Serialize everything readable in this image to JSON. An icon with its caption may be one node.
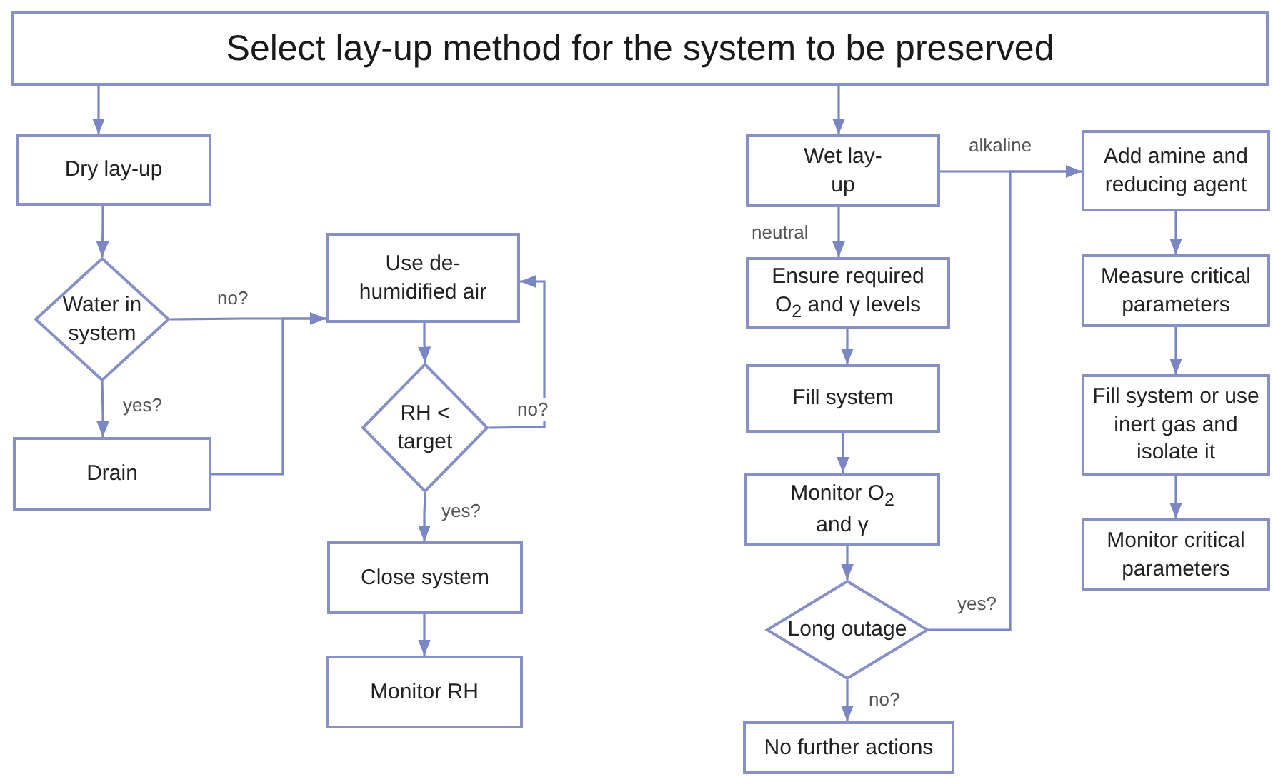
{
  "diagram": {
    "nodes": [
      {
        "text": [
          "Select lay-up method for the system to be preserved"
        ]
      },
      {
        "text": [
          "Dry lay-up"
        ]
      },
      {
        "text": [
          "Water in system"
        ]
      },
      {
        "text": [
          "Drain"
        ]
      },
      {
        "text": [
          "Use de-humidified air"
        ]
      },
      {
        "text": [
          "RH < target"
        ]
      },
      {
        "text": [
          "Close system"
        ]
      },
      {
        "text": [
          "Monitor RH"
        ]
      },
      {
        "text": [
          "Wet lay-up"
        ]
      },
      {
        "text": [
          "Ensure required O$_{2}$ and γ levels"
        ]
      },
      {
        "text": [
          "Fill system"
        ]
      },
      {
        "text": [
          "Monitor O$_{2}$ and γ"
        ]
      },
      {
        "text": [
          "Long outage"
        ]
      },
      {
        "text": [
          "No further actions"
        ]
      },
      {
        "text": [
          "Add amine and reducing agent"
        ]
      },
      {
        "text": [
          "Measure critical parameters"
        ]
      },
      {
        "text": [
          "Fill system or use inert gas and isolate it"
        ]
      },
      {
        "text": [
          "Monitor critical parameters"
        ]
      }
    ],
    "edges": [
      {
        "from": 0,
        "to": 1,
        "arrow": "to"
      },
      {
        "from": 1,
        "to": 2,
        "arrow": "to"
      },
      {
        "from": 2,
        "to": 4,
        "arrow": "to",
        "label": "no?"
      },
      {
        "from": 2,
        "to": 3,
        "arrow": "to",
        "label": "yes?"
      },
      {
        "from": 3,
        "to": 4,
        "arrow": "to"
      },
      {
        "from": 4,
        "to": 5,
        "arrow": "to"
      },
      {
        "from": 5,
        "to": 4,
        "arrow": "to",
        "label": "no?"
      },
      {
        "from": 5,
        "to": 6,
        "arrow": "to",
        "label": "yes?"
      },
      {
        "from": 6,
        "to": 7,
        "arrow": "to"
      },
      {
        "from": 0,
        "to": 8,
        "arrow": "to"
      },
      {
        "from": 8,
        "to": 14,
        "arrow": "to",
        "label": "alkaline"
      },
      {
        "from": 8,
        "to": 9,
        "arrow": "to",
        "label": "neutral"
      },
      {
        "from": 9,
        "to": 10,
        "arrow": "to"
      },
      {
        "from": 10,
        "to": 11,
        "arrow": "to"
      },
      {
        "from": 11,
        "to": 12,
        "arrow": "to"
      },
      {
        "from": 12,
        "to": 14,
        "arrow": "to",
        "label": "yes?"
      },
      {
        "from": 12,
        "to": 13,
        "arrow": "to",
        "label": "no?"
      },
      {
        "from": 14,
        "to": 15,
        "arrow": "to"
      },
      {
        "from": 15,
        "to": 16,
        "arrow": "to"
      },
      {
        "from": 16,
        "to": 17,
        "arrow": "to"
      }
    ]
  }
}
